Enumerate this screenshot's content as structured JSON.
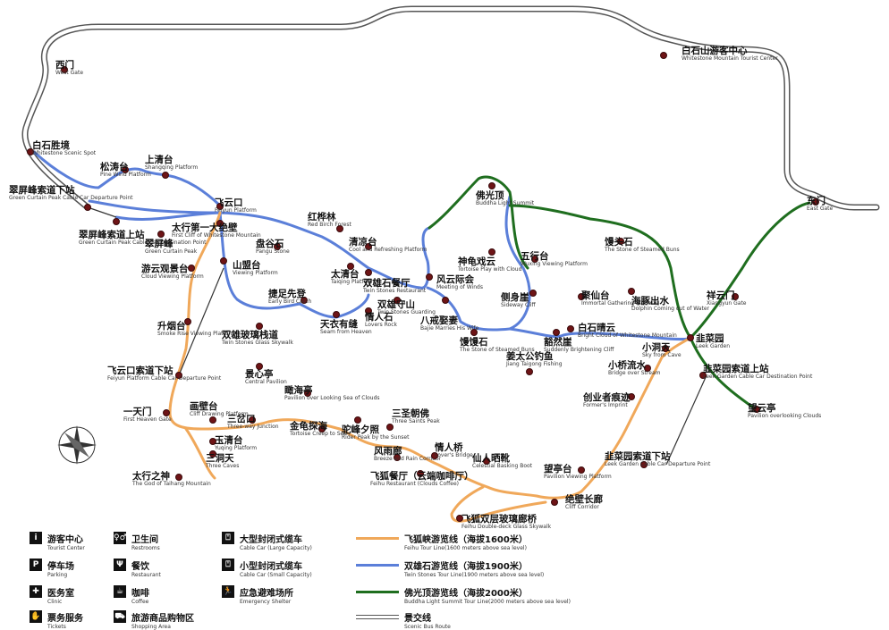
{
  "colors": {
    "feihu": "#f0a85a",
    "twin": "#5b7fd9",
    "buddha": "#1f6e1f",
    "bus": "#555555",
    "dot": "#6e1416"
  },
  "spots": {
    "baishishan_center": {
      "cn": "白石山游客中心",
      "en": "Whitestone Mountain Tourist Center"
    },
    "ximen": {
      "cn": "西门",
      "en": "West Gate"
    },
    "baishi_shengjing": {
      "cn": "白石胜境",
      "en": "Whitestone Scenic Spot"
    },
    "songtao": {
      "cn": "松涛台",
      "en": "Pine Wind Platform"
    },
    "shangqing": {
      "cn": "上清台",
      "en": "Shangqing Platform"
    },
    "cuipingfeng_down": {
      "cn": "翠屏峰索道下站",
      "en": "Green Curtain Peak Cable Car Departure Point"
    },
    "feiyunkou": {
      "cn": "飞云口",
      "en": "Feiyun Platform"
    },
    "cuipingfeng_up": {
      "cn": "翠屏峰索道上站",
      "en": "Green Curtain Peak Cable Car Destination Point"
    },
    "cuipingfeng": {
      "cn": "翠屏峰",
      "en": "Green Curtain Peak"
    },
    "taihang_first": {
      "cn": "太行第一大绝壁",
      "en": "First Cliff of Whitestone Mountain"
    },
    "hongshu": {
      "cn": "红桦林",
      "en": "Red Birch Forest"
    },
    "qingliang": {
      "cn": "清凉台",
      "en": "Cool and Refreshing Platform"
    },
    "pangushi": {
      "cn": "盘谷石",
      "en": "Pangu Stone"
    },
    "shanmeng": {
      "cn": "山盟台",
      "en": "Viewing Platform"
    },
    "youyun": {
      "cn": "游云观景台",
      "en": "Cloud Viewing Platform"
    },
    "taiqing": {
      "cn": "太清台",
      "en": "Taiqing Platform"
    },
    "shuangxiong_rest": {
      "cn": "双雄石餐厅",
      "en": "Twin Stones Restaurant"
    },
    "fengyun": {
      "cn": "风云际会",
      "en": "Meeting of Winds"
    },
    "jiezu": {
      "cn": "捷足先登",
      "en": "Early Bird Catch"
    },
    "tianyi": {
      "cn": "天衣有缝",
      "en": "Seam from Heaven"
    },
    "qingrenshi": {
      "cn": "情人石",
      "en": "Lovers Rock"
    },
    "shuangxiong_shou": {
      "cn": "双雄守山",
      "en": "Twin Stones Guarding"
    },
    "bajie": {
      "cn": "八戒娶妻",
      "en": "Bajie Marries His Wife"
    },
    "mantou": {
      "cn": "馒馒石",
      "en": "The Stone of Steamed Buns"
    },
    "glass_skywalk": {
      "cn": "双雄玻璃栈道",
      "en": "Twin Stones Glass Skywalk"
    },
    "shengyan": {
      "cn": "升烟台",
      "en": "Smoke Rise Viewing Platform"
    },
    "feiyun_down": {
      "cn": "飞云口索道下站",
      "en": "Feiyun Platform Cable Car Departure Point"
    },
    "foguang": {
      "cn": "佛光顶",
      "en": "Buddha Light Summit"
    },
    "shengui": {
      "cn": "神龟戏云",
      "en": "Tortoise Play with Cloud"
    },
    "wuxing": {
      "cn": "五行台",
      "en": "Wuxing Viewing Platform"
    },
    "cesheng": {
      "cn": "侧身崖",
      "en": "Sideway Cliff"
    },
    "juxian": {
      "cn": "聚仙台",
      "en": "Immortal Gathering Platform"
    },
    "haitun": {
      "cn": "海豚出水",
      "en": "Dolphin Coming out of Water"
    },
    "mantoushi": {
      "cn": "馒头石",
      "en": "The Stone of Steamed Buns"
    },
    "baishi_qingyun": {
      "cn": "白石晴云",
      "en": "Bright Cloud of Whitestone Mountain"
    },
    "huoran": {
      "cn": "豁然崖",
      "en": "Suddenly Brightening Cliff"
    },
    "jiangtaigong": {
      "cn": "姜太公钓鱼",
      "en": "Jiang Taigong Fishing"
    },
    "dongmen": {
      "cn": "东门",
      "en": "East Gate"
    },
    "xiangyun": {
      "cn": "祥云门",
      "en": "Xiangyun Gate"
    },
    "jiucaiyuan": {
      "cn": "韭菜园",
      "en": "Leek Garden"
    },
    "xiaodongtian": {
      "cn": "小洞天",
      "en": "Sky from Cave"
    },
    "xiaoqiao": {
      "cn": "小桥流水",
      "en": "Bridge over Stream"
    },
    "jiucai_up": {
      "cn": "韭菜园索道上站",
      "en": "Leek Garden Cable Car Destination Point"
    },
    "wangyun": {
      "cn": "望云亭",
      "en": "Pavilion overlooking Clouds"
    },
    "chuangye": {
      "cn": "创业者痕迹",
      "en": "Former's Imprint"
    },
    "jiucai_down": {
      "cn": "韭菜园索道下站",
      "en": "Leek Garden Cable Car Departure Point"
    },
    "wangting": {
      "cn": "望亭台",
      "en": "Pavilion Viewing Platform"
    },
    "juebi": {
      "cn": "绝壁长廊",
      "en": "Cliff Corridor"
    },
    "jingxin": {
      "cn": "景心亭",
      "en": "Central Pavilion"
    },
    "guanhai": {
      "cn": "瞰海亭",
      "en": "Pavilion over Looking Sea of Clouds"
    },
    "yitianmen": {
      "cn": "一天门",
      "en": "First Heaven Gate"
    },
    "huabi": {
      "cn": "画壁台",
      "en": "Cliff Drawing Platform"
    },
    "sancha": {
      "cn": "三岔口",
      "en": "Three-way Junction"
    },
    "jingui": {
      "cn": "金龟探海",
      "en": "Tortoise Creep to Sea"
    },
    "tuofeng": {
      "cn": "驼峰夕照",
      "en": "Rider Peak by the Sunset"
    },
    "sansheng": {
      "cn": "三圣朝佛",
      "en": "Three Saints Peak"
    },
    "yuqing": {
      "cn": "玉清台",
      "en": "Yuqing Platform"
    },
    "sandongtian": {
      "cn": "三洞天",
      "en": "Three Caves"
    },
    "taihang_god": {
      "cn": "太行之神",
      "en": "The God of Taihang Mountain"
    },
    "fengyu": {
      "cn": "风雨廊",
      "en": "Breeze and Rain Corridor"
    },
    "qingrenqiao": {
      "cn": "情人桥",
      "en": "Lover's Bridge"
    },
    "xianren": {
      "cn": "仙人晒靴",
      "en": "Celestial Basking Boot"
    },
    "feihu_rest": {
      "cn": "飞狐餐厅（云端咖啡厅）",
      "en": "Feihu Restaurant (Clouds Coffee)"
    },
    "feihu_bridge": {
      "cn": "飞狐双层玻璃廊桥",
      "en": "Feihu Double-deck Glass Skywalk"
    }
  },
  "legend": {
    "tourist_center": {
      "cn": "游客中心",
      "en": "Tourist Center",
      "icon": "info-icon"
    },
    "parking": {
      "cn": "停车场",
      "en": "Parking",
      "icon": "parking-icon"
    },
    "clinic": {
      "cn": "医务室",
      "en": "Clinic",
      "icon": "cross-icon"
    },
    "tickets": {
      "cn": "票务服务",
      "en": "Tickets",
      "icon": "ticket-icon"
    },
    "restrooms": {
      "cn": "卫生间",
      "en": "Restrooms",
      "icon": "restroom-icon"
    },
    "restaurant": {
      "cn": "餐饮",
      "en": "Restaurant",
      "icon": "fork-knife-icon"
    },
    "coffee": {
      "cn": "咖啡",
      "en": "Coffee",
      "icon": "coffee-icon"
    },
    "shopping": {
      "cn": "旅游商品购物区",
      "en": "Shopping Area",
      "icon": "shopping-icon"
    },
    "cable_large": {
      "cn": "大型封闭式缆车",
      "en": "Cable Car (Large Capacity)",
      "icon": "cable-car-icon"
    },
    "cable_small": {
      "cn": "小型封闭式缆车",
      "en": "Cable Car (Small Capacity)",
      "icon": "cable-car-small-icon"
    },
    "shelter": {
      "cn": "应急避难场所",
      "en": "Emergency Shelter",
      "icon": "shelter-icon"
    },
    "line_feihu": {
      "cn": "飞狐峡游览线（海拔1600米）",
      "en": "Feihu Tour Line(1600 meters above sea level)"
    },
    "line_twin": {
      "cn": "双雄石游览线（海拔1900米）",
      "en": "Twin Stones Tour Line(1900 meters above sea level)"
    },
    "line_buddha": {
      "cn": "佛光顶游览线（海拔2000米）",
      "en": "Buddha Light Summit Tour Line(2000 meters above sea level)"
    },
    "line_bus": {
      "cn": "景交线",
      "en": "Scenic Bus Route"
    }
  }
}
